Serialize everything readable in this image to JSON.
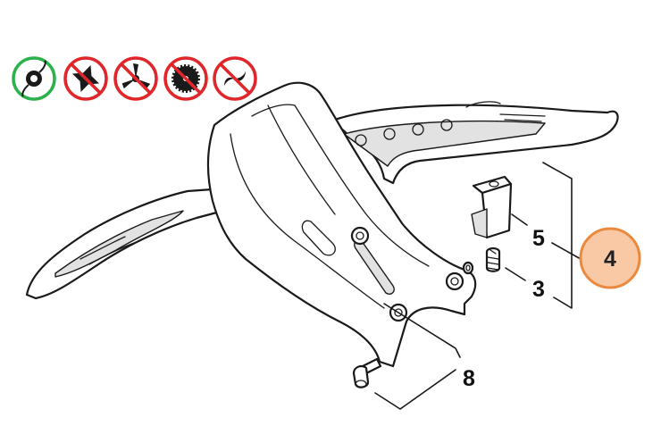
{
  "usage_icons": [
    {
      "name": "trimmer-line-head-icon",
      "allowed": true
    },
    {
      "name": "metal-blade-4-tooth-icon",
      "allowed": false
    },
    {
      "name": "three-blade-knife-icon",
      "allowed": false
    },
    {
      "name": "circular-saw-blade-icon",
      "allowed": false
    },
    {
      "name": "two-blade-knife-icon",
      "allowed": false
    }
  ],
  "colors": {
    "allowed_ring": "#2bb24c",
    "prohibited_ring": "#e0262a",
    "highlight_fill": "#f9c9a6",
    "highlight_stroke": "#ea8a3e"
  },
  "callouts": {
    "screw_small": "3",
    "assembly": "4",
    "clip": "5",
    "hood_assembly": "8"
  }
}
